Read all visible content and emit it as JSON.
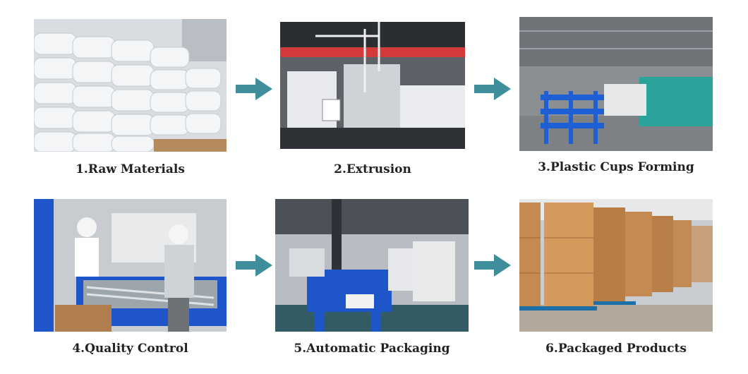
{
  "colors": {
    "arrow": "#3f8e9c"
  },
  "steps": [
    {
      "label": "1.Raw Materials",
      "image": "raw-materials-photo"
    },
    {
      "label": "2.Extrusion",
      "image": "extrusion-photo"
    },
    {
      "label": "3.Plastic Cups Forming",
      "image": "cup-forming-photo"
    },
    {
      "label": "4.Quality Control",
      "image": "quality-control-photo"
    },
    {
      "label": "5.Automatic Packaging",
      "image": "packaging-machine-photo"
    },
    {
      "label": "6.Packaged Products",
      "image": "cartons-photo"
    }
  ],
  "arrow_icon": "arrow-right-icon"
}
